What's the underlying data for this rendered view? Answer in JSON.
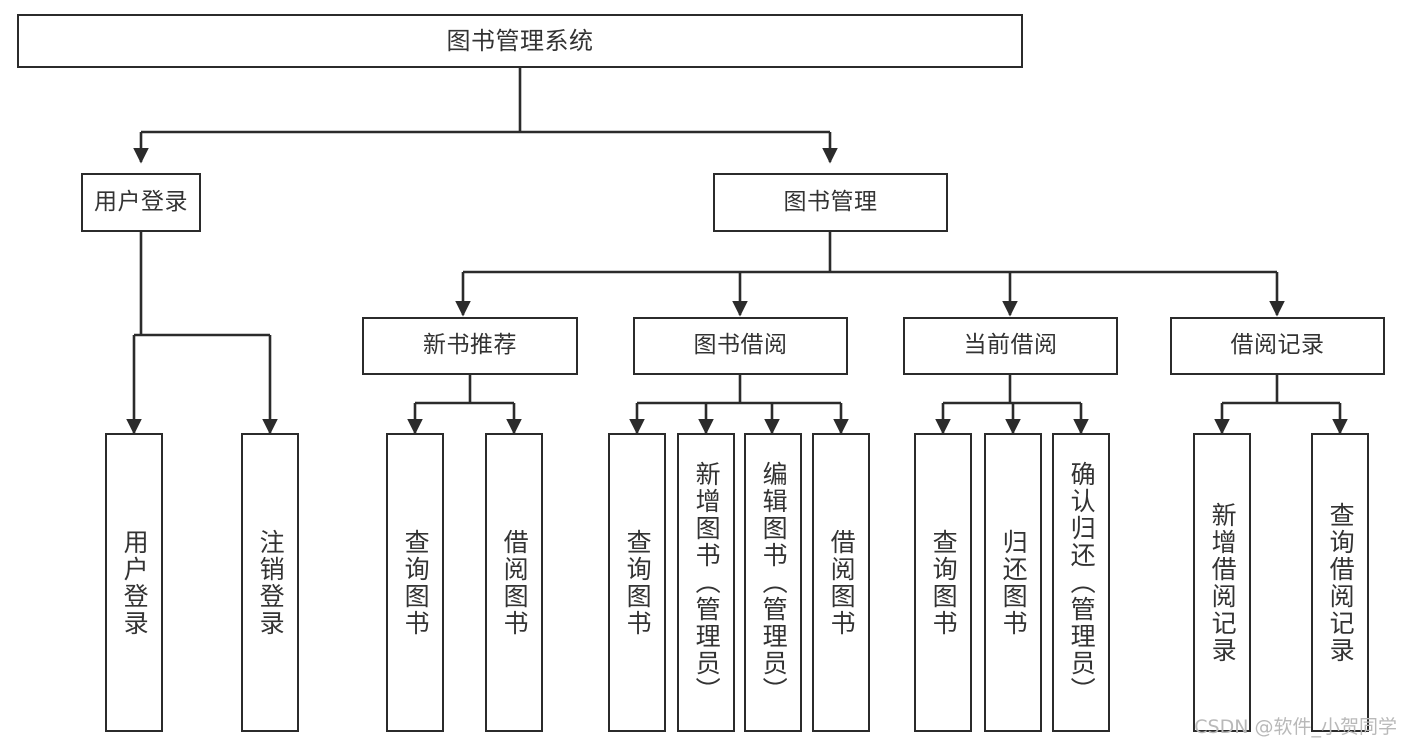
{
  "diagram": {
    "title": "图书管理系统",
    "type": "hierarchy-tree",
    "watermark": "CSDN @软件_小贺同学",
    "colors": {
      "border": "#2b2b2b",
      "text": "#333333",
      "background": "#ffffff",
      "watermark": "#b9b9b9"
    },
    "nodes": {
      "root": {
        "label": "图书管理系统"
      },
      "level2": [
        {
          "label": "用户登录"
        },
        {
          "label": "图书管理"
        }
      ],
      "level3": [
        {
          "label": "新书推荐"
        },
        {
          "label": "图书借阅"
        },
        {
          "label": "当前借阅"
        },
        {
          "label": "借阅记录"
        }
      ],
      "leaves_user_login": [
        {
          "label": "用户登录"
        },
        {
          "label": "注销登录"
        }
      ],
      "leaves_new_book": [
        {
          "label": "查询图书"
        },
        {
          "label": "借阅图书"
        }
      ],
      "leaves_borrow": [
        {
          "label": "查询图书"
        },
        {
          "label": "新增图书（管理员）"
        },
        {
          "label": "编辑图书（管理员）"
        },
        {
          "label": "借阅图书"
        }
      ],
      "leaves_current": [
        {
          "label": "查询图书"
        },
        {
          "label": "归还图书"
        },
        {
          "label": "确认归还（管理员）"
        }
      ],
      "leaves_record": [
        {
          "label": "新增借阅记录"
        },
        {
          "label": "查询借阅记录"
        }
      ]
    }
  }
}
